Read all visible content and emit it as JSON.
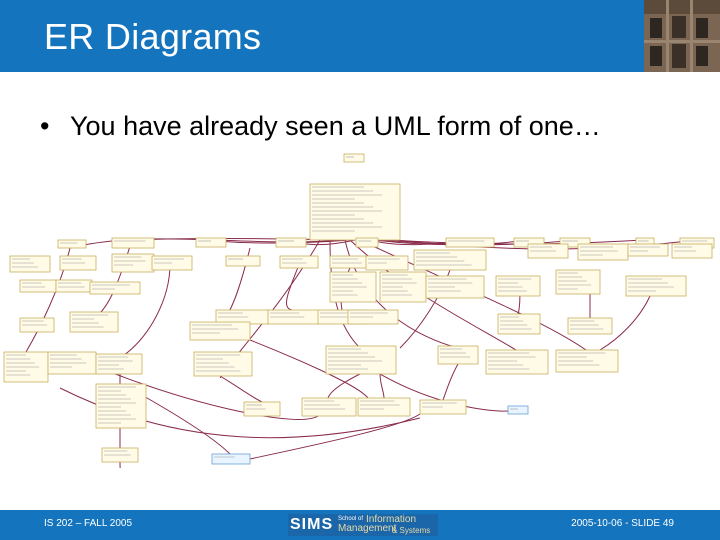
{
  "slide": {
    "title": "ER Diagrams",
    "bullet": "You have already seen a UML form of one…",
    "bullet_symbol": "•"
  },
  "footer": {
    "course": "IS 202 – FALL 2005",
    "slide_id": "2005-10-06 - SLIDE 49",
    "logo": {
      "sims": "SIMS",
      "school_of": "School of",
      "information": "Information",
      "management": "Management",
      "systems": "& Systems"
    }
  },
  "colors": {
    "header_blue": "#1474bd",
    "class_box_fill": "#fffbe6",
    "class_box_border": "#c8b060",
    "relation_line": "#8a2c4c",
    "highlight_box_fill": "#e8f4ff",
    "highlight_box_border": "#6aa0d0"
  },
  "diagram": {
    "type": "UML class diagram (illegible miniature)",
    "readable_labels": []
  }
}
